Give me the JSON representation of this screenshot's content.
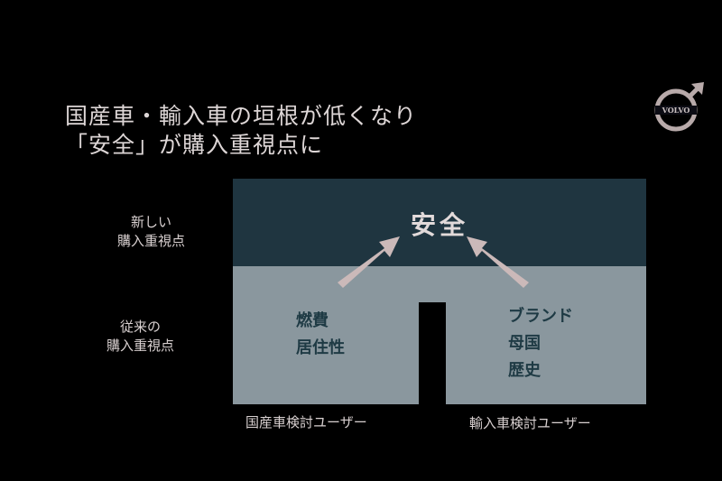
{
  "slide": {
    "title_lines": [
      "国産車・輸入車の垣根が低くなり",
      "「安全」が購入重視点に"
    ],
    "logo": {
      "brand_text": "VOLVO",
      "icon": "volvo-iron-mark-icon"
    }
  },
  "diagram": {
    "row_labels": {
      "new": [
        "新しい",
        "購入重視点"
      ],
      "traditional": [
        "従来の",
        "購入重視点"
      ]
    },
    "top_value": "安全",
    "domestic": {
      "factors": [
        "燃費",
        "居住性"
      ],
      "column_label": "国産車検討ユーザー"
    },
    "imported": {
      "factors": [
        "ブランド",
        "母国",
        "歴史"
      ],
      "column_label": "輸入車検討ユーザー"
    },
    "colors": {
      "top_band": "#1f3540",
      "bottom_band": "#8a979e",
      "arrow": "#cbb9b9",
      "factor_text": "#1e3a44"
    }
  }
}
